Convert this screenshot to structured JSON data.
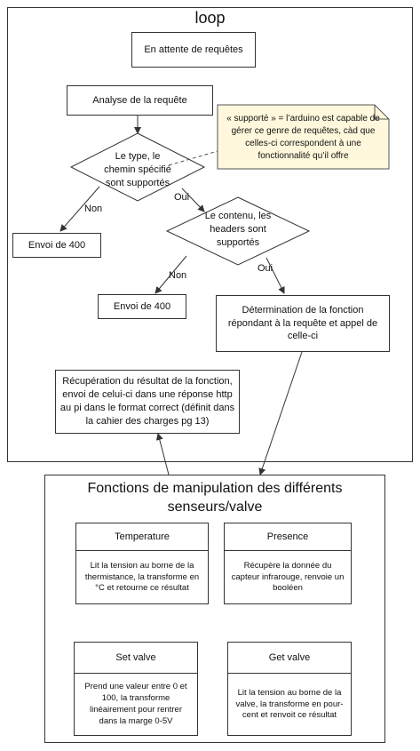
{
  "loop": {
    "title": "loop",
    "waiting": "En attente de requêtes",
    "analyse": "Analyse de la requête",
    "decision1": "Le type, le chemin spécifié sont supportés",
    "no1": "Non",
    "yes1": "Oui",
    "send400_a": "Envoi de 400",
    "decision2": "Le contenu, les headers sont supportés",
    "no2": "Non",
    "yes2": "Oui",
    "send400_b": "Envoi de 400",
    "determination": "Détermination de la fonction répondant à la requête et appel de celle-ci",
    "recuperation": "Récupération du résultat de la fonction, envoi de celui-ci dans une réponse http au pi dans le format correct (définit dans la cahier des charges pg 13)",
    "note": "« supporté » =  l’arduino est capable de gérer ce genre de requêtes, càd que celles-ci correspondent à une fonctionnalité qu’il offre"
  },
  "functions": {
    "title": "Fonctions de manipulation des différents senseurs/valve",
    "cards": [
      {
        "name": "Temperature",
        "desc": "Lit la tension au borne de la thermistance, la transforme en °C et retourne ce résultat"
      },
      {
        "name": "Presence",
        "desc": "Récupère la donnée du capteur infrarouge, renvoie un booléen"
      },
      {
        "name": "Set valve",
        "desc": "Prend une valeur entre 0 et 100, la transforme linéairement pour rentrer dans la marge 0-5V"
      },
      {
        "name": "Get valve",
        "desc": "Lit la tension au borne de la valve, la transforme en pour-cent et renvoit ce résultat"
      }
    ]
  },
  "colors": {
    "note_fill": "#fff8dc",
    "stroke": "#333333"
  }
}
